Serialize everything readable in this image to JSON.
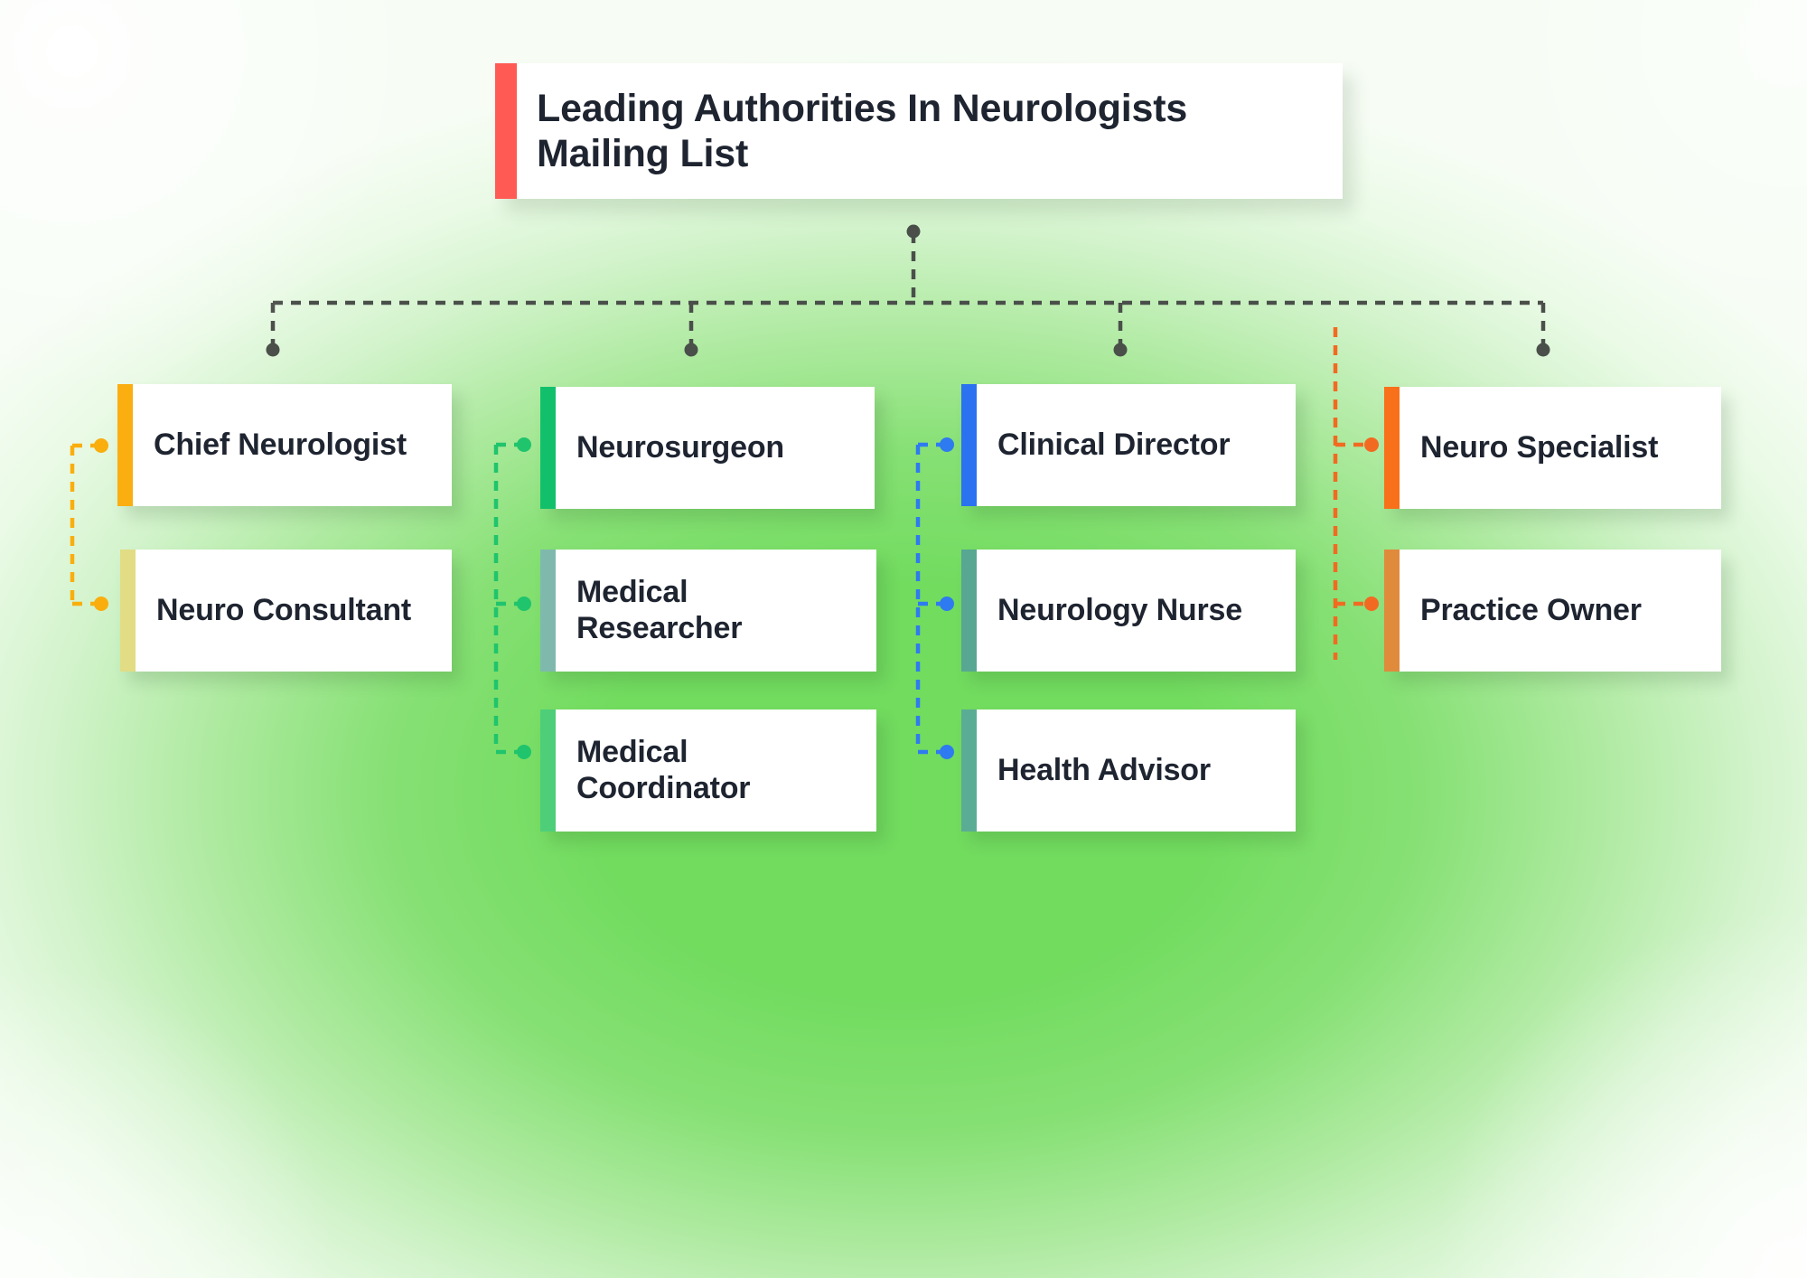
{
  "diagram": {
    "type": "org-chart",
    "background_color": "#74DB62",
    "title": {
      "text": "Leading Authorities In Neurologists Mailing List",
      "accent_color": "#FF5A54"
    },
    "connector": {
      "trunk_color": "#4A4F4A",
      "style": "dashed"
    },
    "branches": [
      {
        "connector_color": "#F9AE0E",
        "nodes": [
          {
            "label": "Chief Neurologist",
            "accent_color": "#FBAE10"
          },
          {
            "label": "Neuro Consultant",
            "accent_color": "#E2DC84"
          }
        ]
      },
      {
        "connector_color": "#1FC46D",
        "nodes": [
          {
            "label": "Neurosurgeon",
            "accent_color": "#12C06B"
          },
          {
            "label": "Medical Researcher",
            "accent_color": "#7FB9AE"
          },
          {
            "label": "Medical Coordinator",
            "accent_color": "#4ECE79"
          }
        ]
      },
      {
        "connector_color": "#2E7AF0",
        "nodes": [
          {
            "label": "Clinical Director",
            "accent_color": "#2A72F0"
          },
          {
            "label": "Neurology Nurse",
            "accent_color": "#57A793"
          },
          {
            "label": "Health Advisor",
            "accent_color": "#5BAC94"
          }
        ]
      },
      {
        "connector_color": "#F26A21",
        "nodes": [
          {
            "label": "Neuro Specialist",
            "accent_color": "#F8701A"
          },
          {
            "label": "Practice Owner",
            "accent_color": "#E08A3C"
          }
        ]
      }
    ]
  }
}
